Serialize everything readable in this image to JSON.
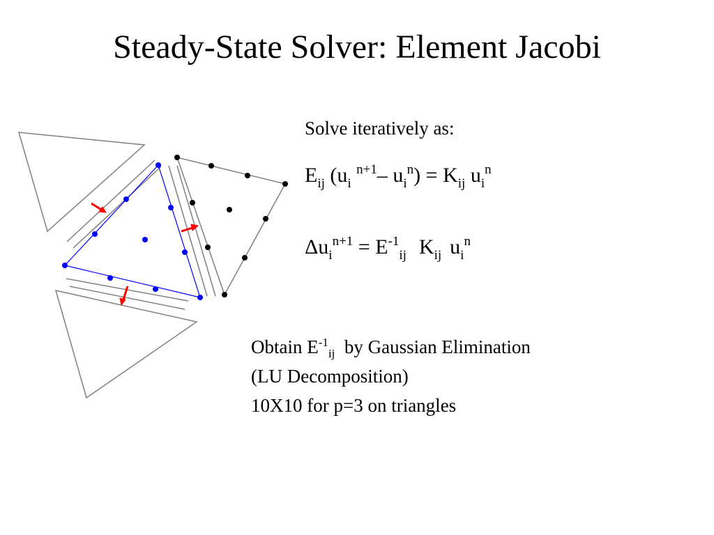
{
  "title": "Steady-State Solver: Element Jacobi",
  "solve_label": "Solve iteratively as:",
  "eq1": {
    "E": "E",
    "ij_a": "ij",
    "paren_u": "(u",
    "i_a": "i",
    "np1": "n+1",
    "minus_u": "– u",
    "i_b": "i",
    "n_a": "n",
    "close_eq": ") = K",
    "ij_b": "ij",
    "u": " u",
    "i_c": "i",
    "n_b": "n"
  },
  "eq2": {
    "du": "Δu",
    "i_a": "i",
    "np1": "n+1",
    "eq_E": " = E",
    "m1": "-1",
    "ij_a": "ij",
    "K": "K",
    "ij_b": "ij",
    "u": "u",
    "i_b": "i",
    "n": "n"
  },
  "obtain": {
    "pre": "Obtain E",
    "m1": "-1",
    "ij": "ij",
    "post": "  by Gaussian Elimination",
    "line2": "(LU Decomposition)",
    "line3": "10X10 for p=3 on triangles"
  },
  "diagram_colors": {
    "element_outline": "#808080",
    "center_element": "#0000ff",
    "nodes_right": "#000000",
    "flux_arrows": "#ff0000"
  }
}
